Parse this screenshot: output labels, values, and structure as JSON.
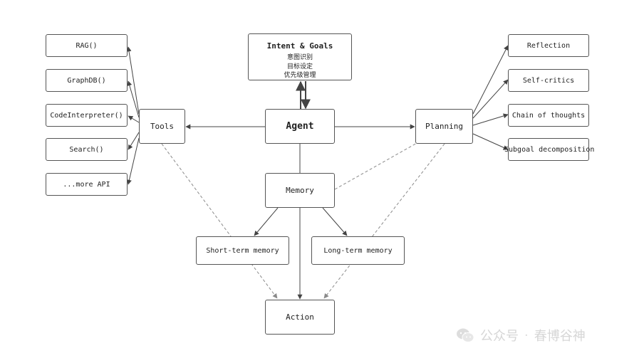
{
  "diagram": {
    "agent": "Agent",
    "intent": {
      "title": "Intent & Goals",
      "lines": [
        "意图识别",
        "目标设定",
        "优先级管理"
      ]
    },
    "tools": {
      "label": "Tools",
      "items": [
        "RAG()",
        "GraphDB()",
        "CodeInterpreter()",
        "Search()",
        "...more API"
      ]
    },
    "planning": {
      "label": "Planning",
      "items": [
        "Reflection",
        "Self-critics",
        "Chain of thoughts",
        "Subgoal decomposition"
      ]
    },
    "memory": {
      "label": "Memory",
      "short_term": "Short-term memory",
      "long_term": "Long-term memory"
    },
    "action": "Action"
  },
  "watermark": {
    "icon": "wechat-icon",
    "text_left": "公众号",
    "separator": "·",
    "text_right": "春博谷神"
  },
  "colors": {
    "stroke": "#444444",
    "dashed": "#8a8a8a",
    "watermark": "#d4d4d4"
  }
}
